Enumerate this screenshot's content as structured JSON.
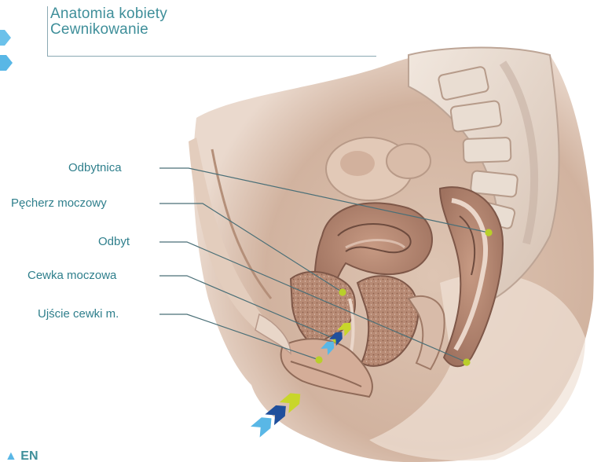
{
  "header": {
    "title_line1": "Anatomia kobiety",
    "title_line2": "Cewnikowanie"
  },
  "labels": [
    {
      "id": "odbytnica",
      "text": "Odbytnica"
    },
    {
      "id": "pecherz",
      "text": "Pęcherz moczowy"
    },
    {
      "id": "odbyt",
      "text": "Odbyt"
    },
    {
      "id": "cewka",
      "text": "Cewka moczowa"
    },
    {
      "id": "ujscie",
      "text": "Ujście cewki m."
    }
  ],
  "footer": {
    "partial_text": "EN"
  },
  "colors": {
    "accent": "#3f8f9a",
    "leader_line": "#4a6f77",
    "marker_dot": "#b9cf2a",
    "arrow_yellow": "#c8d62a",
    "arrow_dark_blue": "#1f4f9c",
    "arrow_light_blue": "#59b7e6",
    "tissue": "#caa890",
    "tissue_dark": "#8f6a58"
  }
}
